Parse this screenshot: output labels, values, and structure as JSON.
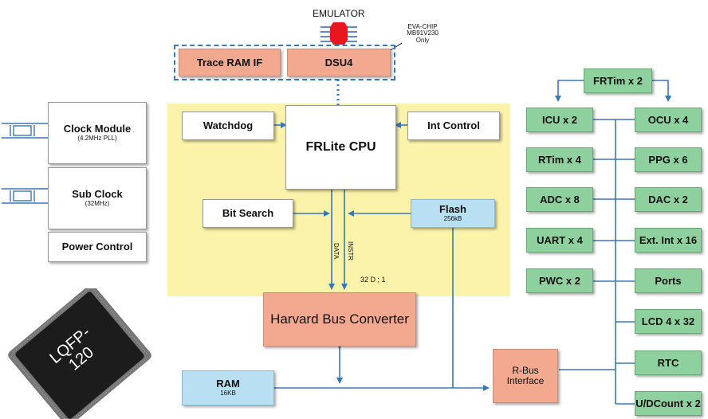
{
  "emulator": {
    "label": "EMULATOR"
  },
  "eva_chip": {
    "line1": "EVA-CHIP",
    "line2": "MB91V230",
    "line3": "Only"
  },
  "debug": {
    "trace_ram_if": "Trace RAM IF",
    "dsu4": "DSU4"
  },
  "clock": {
    "clock_module": "Clock Module",
    "clock_module_sub": "(4.2MHz PLL)",
    "sub_clock": "Sub Clock",
    "sub_clock_sub": "(32MHz)",
    "power_control": "Power Control"
  },
  "core": {
    "watchdog": "Watchdog",
    "cpu": "FRLite CPU",
    "int_control": "Int Control",
    "bit_search": "Bit Search",
    "flash": "Flash",
    "flash_sub": "256kB",
    "data_label": "DATA",
    "instr_label": "INSTR",
    "bus_width": "32 D ; 1"
  },
  "bus": {
    "harvard": "Harvard Bus Converter",
    "rbus_line1": "R-Bus",
    "rbus_line2": "Interface"
  },
  "ram": {
    "label": "RAM",
    "sub": "16KB"
  },
  "package": {
    "line1": "LQFP-",
    "line2": "120"
  },
  "peripherals": {
    "frtim": "FRTim x 2",
    "icu": "ICU x 2",
    "ocu": "OCU x 4",
    "rtim": "RTim x 4",
    "ppg": "PPG x 6",
    "adc": "ADC x 8",
    "dac": "DAC x 2",
    "uart": "UART x 4",
    "extint": "Ext. Int x 16",
    "pwc": "PWC x 2",
    "ports": "Ports",
    "lcd": "LCD 4 x 32",
    "rtc": "RTC",
    "udcount": "U/DCount x 2"
  },
  "colors": {
    "core_area": "#fbf3a9",
    "peripheral": "#8fd19e",
    "memory": "#b9dff2",
    "bus": "#f2a98f",
    "line": "#3a78b5"
  }
}
